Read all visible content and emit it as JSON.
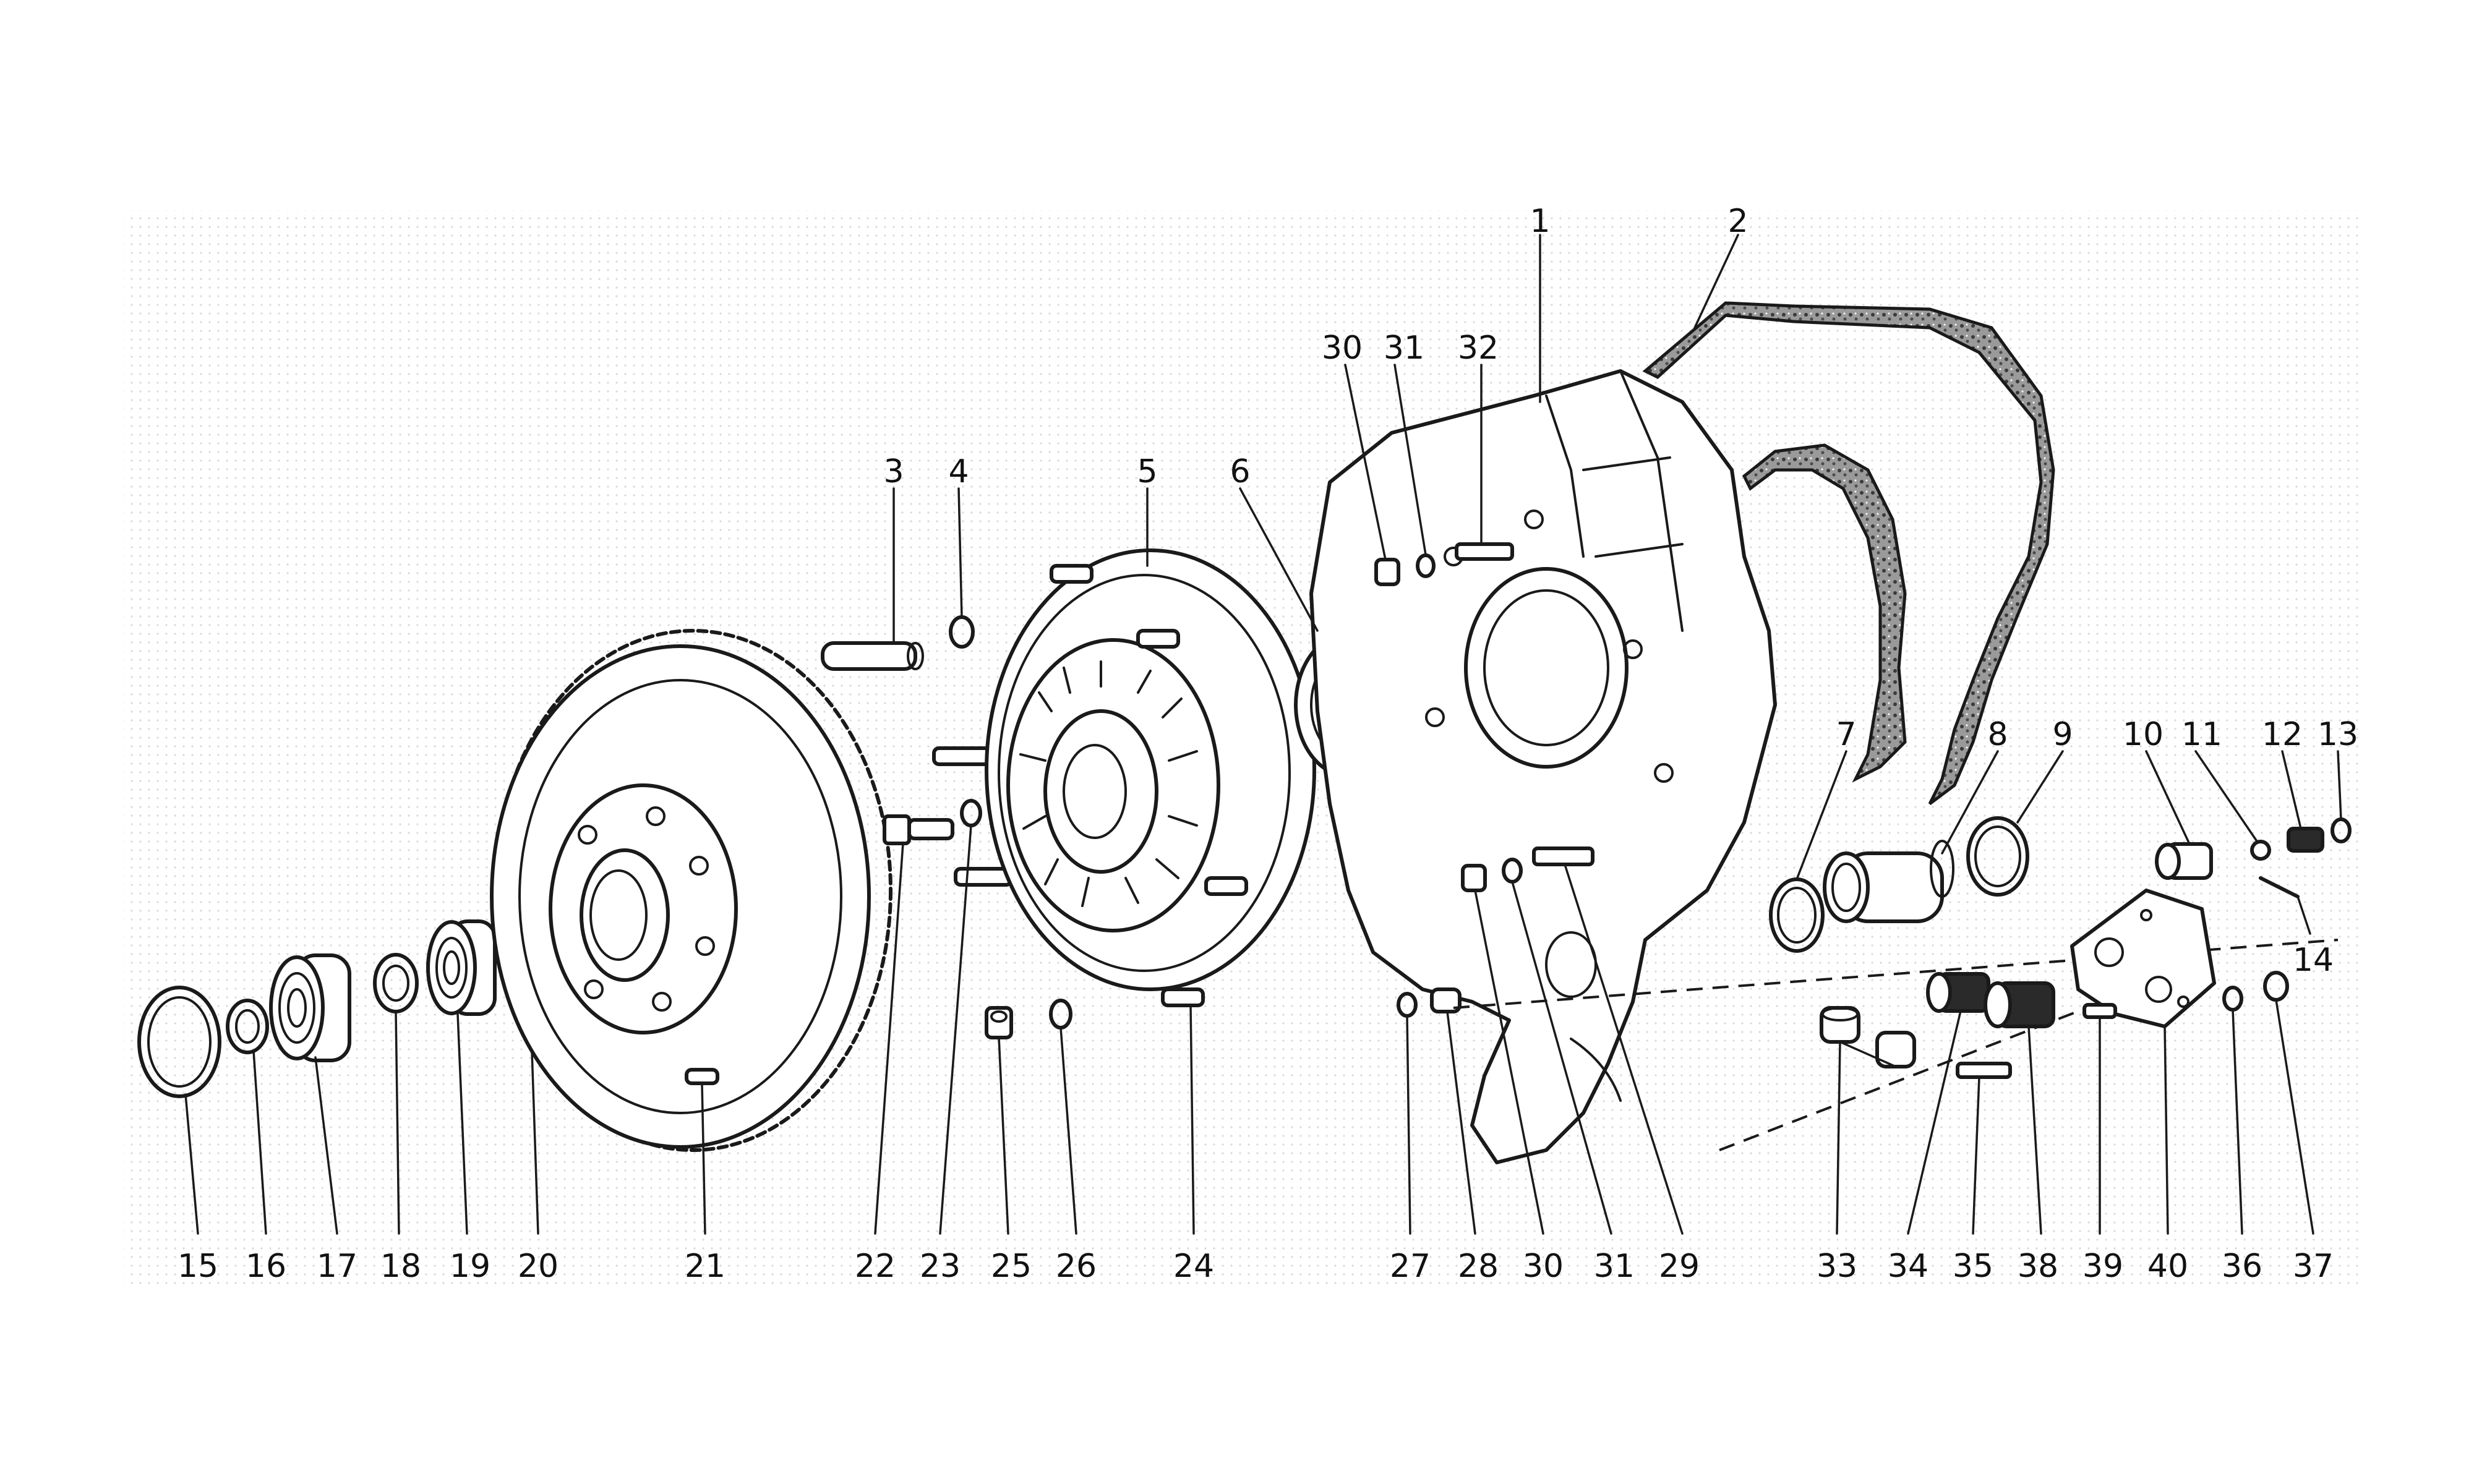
{
  "part_numbers": {
    "top": [
      "1",
      "2",
      "3",
      "4",
      "5",
      "6",
      "7",
      "8",
      "9",
      "10",
      "11",
      "12",
      "13",
      "30",
      "31",
      "32"
    ],
    "side": [
      "14"
    ],
    "bottom": [
      "15",
      "16",
      "17",
      "18",
      "19",
      "20",
      "21",
      "22",
      "23",
      "25",
      "26",
      "24",
      "27",
      "28",
      "30",
      "31",
      "29",
      "33",
      "34",
      "35",
      "38",
      "39",
      "40",
      "36",
      "37"
    ]
  }
}
